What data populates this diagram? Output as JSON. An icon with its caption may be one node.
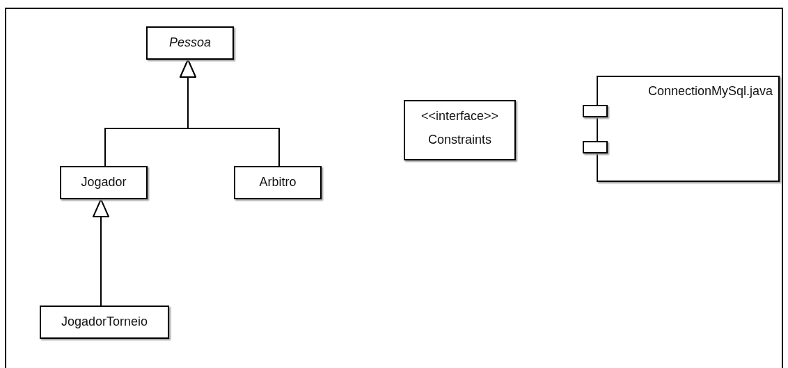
{
  "diagram": {
    "nodes": [
      {
        "text": [
          "Pessoa"
        ]
      },
      {
        "text": [
          "Jogador"
        ]
      },
      {
        "text": [
          "Arbitro"
        ]
      },
      {
        "text": [
          "JogadorTorneio"
        ]
      },
      {
        "text": [
          "<<interface>>",
          "Constraints"
        ]
      },
      {
        "text": [
          "ConnectionMySql.java"
        ]
      }
    ],
    "edges": [
      {
        "from": 1,
        "to": 0,
        "arrow": "to"
      },
      {
        "from": 2,
        "to": 0,
        "arrow": "to"
      },
      {
        "from": 3,
        "to": 1,
        "arrow": "to"
      }
    ]
  }
}
